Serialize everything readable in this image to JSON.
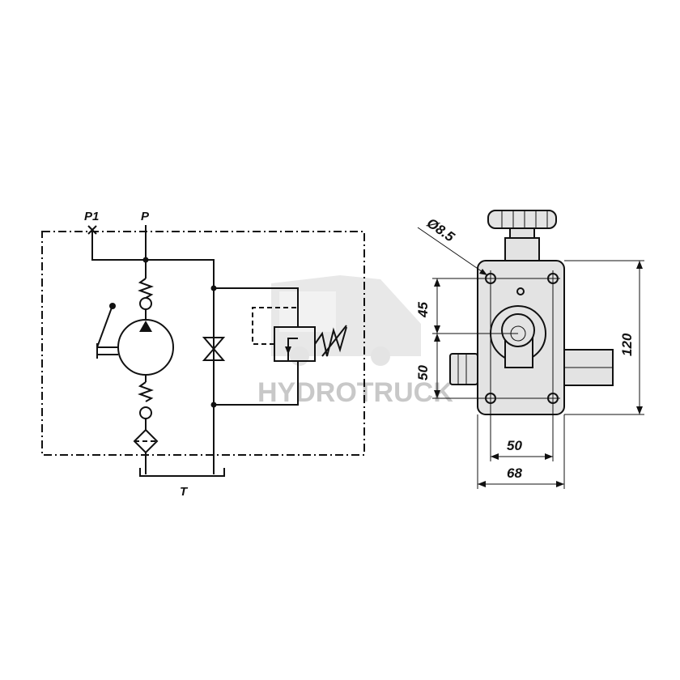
{
  "schematic": {
    "port_p1": "P1",
    "port_p": "P",
    "port_t": "T"
  },
  "drawing": {
    "hole_dia": "Ø8.5",
    "dim_45": "45",
    "dim_50_vertical": "50",
    "dim_120": "120",
    "dim_50_horizontal": "50",
    "dim_68": "68"
  },
  "watermark": {
    "brand": "HYDROTRUCK"
  }
}
